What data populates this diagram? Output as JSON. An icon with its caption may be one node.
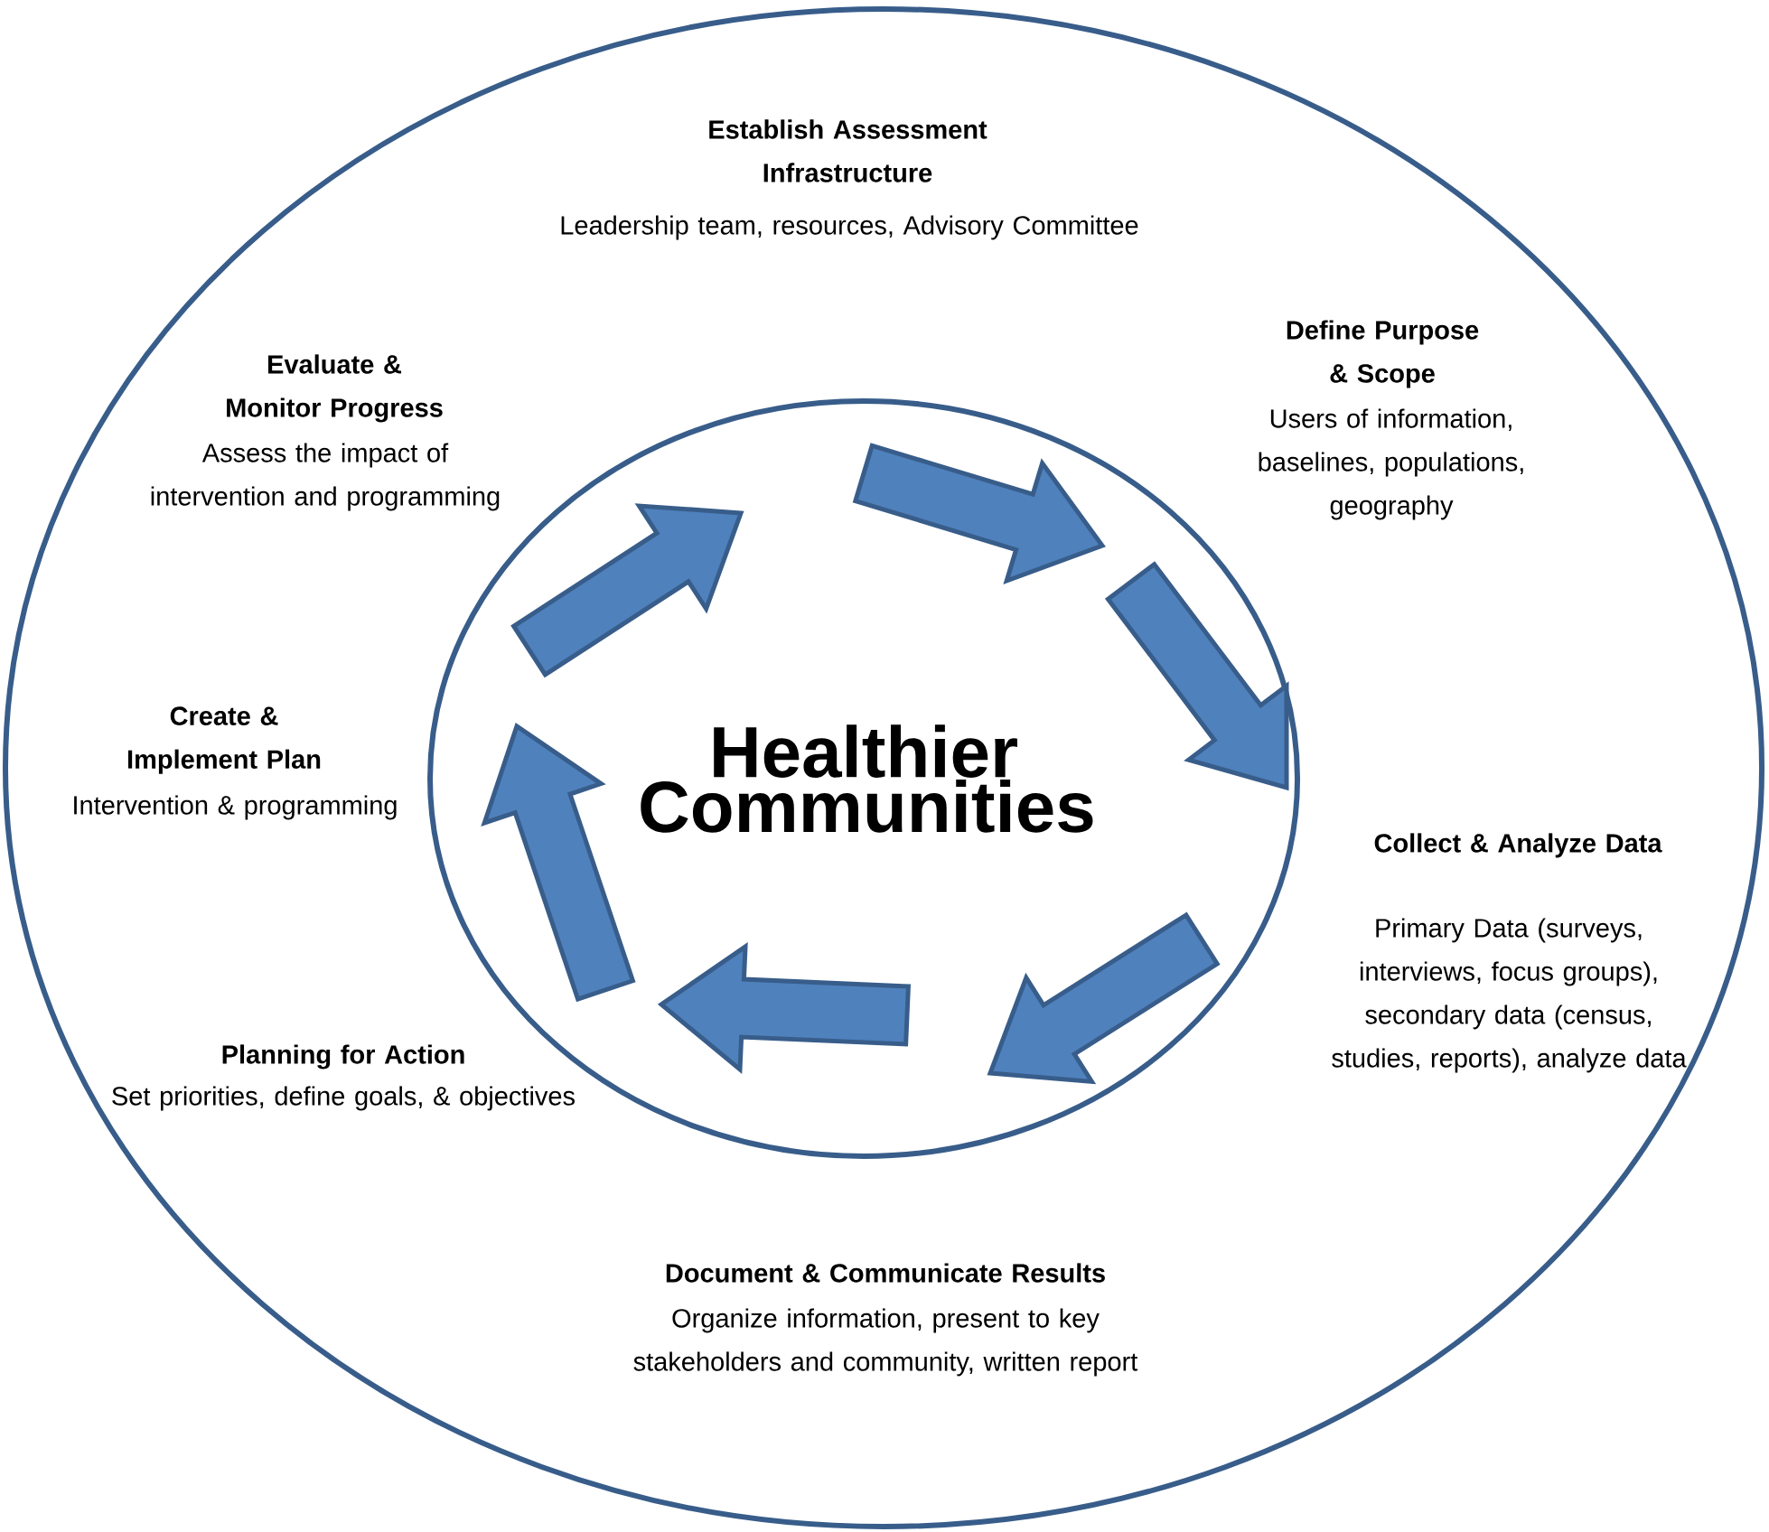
{
  "diagram": {
    "nodes": [
      {
        "text": [],
        "shape": "circle"
      },
      {
        "text": [
          "Healthier Communities"
        ],
        "in": 0
      }
    ],
    "edges": [],
    "labels": [
      "Establish Assessment Infrastructure",
      "Leadership team, resources, Advisory Committee",
      "Evaluate & Monitor Progress",
      "Assess the impact of intervention and programming",
      "Define Purpose & Scope",
      "Users of information, baselines, populations, geography",
      "Create & Implement Plan",
      "Intervention & programming",
      "Collect & Analyze Data",
      "Primary Data (surveys, interviews, focus groups), secondary data (census, studies, reports), analyze data",
      "Planning for Action",
      "Set priorities, define goals, & objectives",
      "Document & Communicate Results",
      "Organize information, present to key stakeholders and community, written report"
    ]
  }
}
